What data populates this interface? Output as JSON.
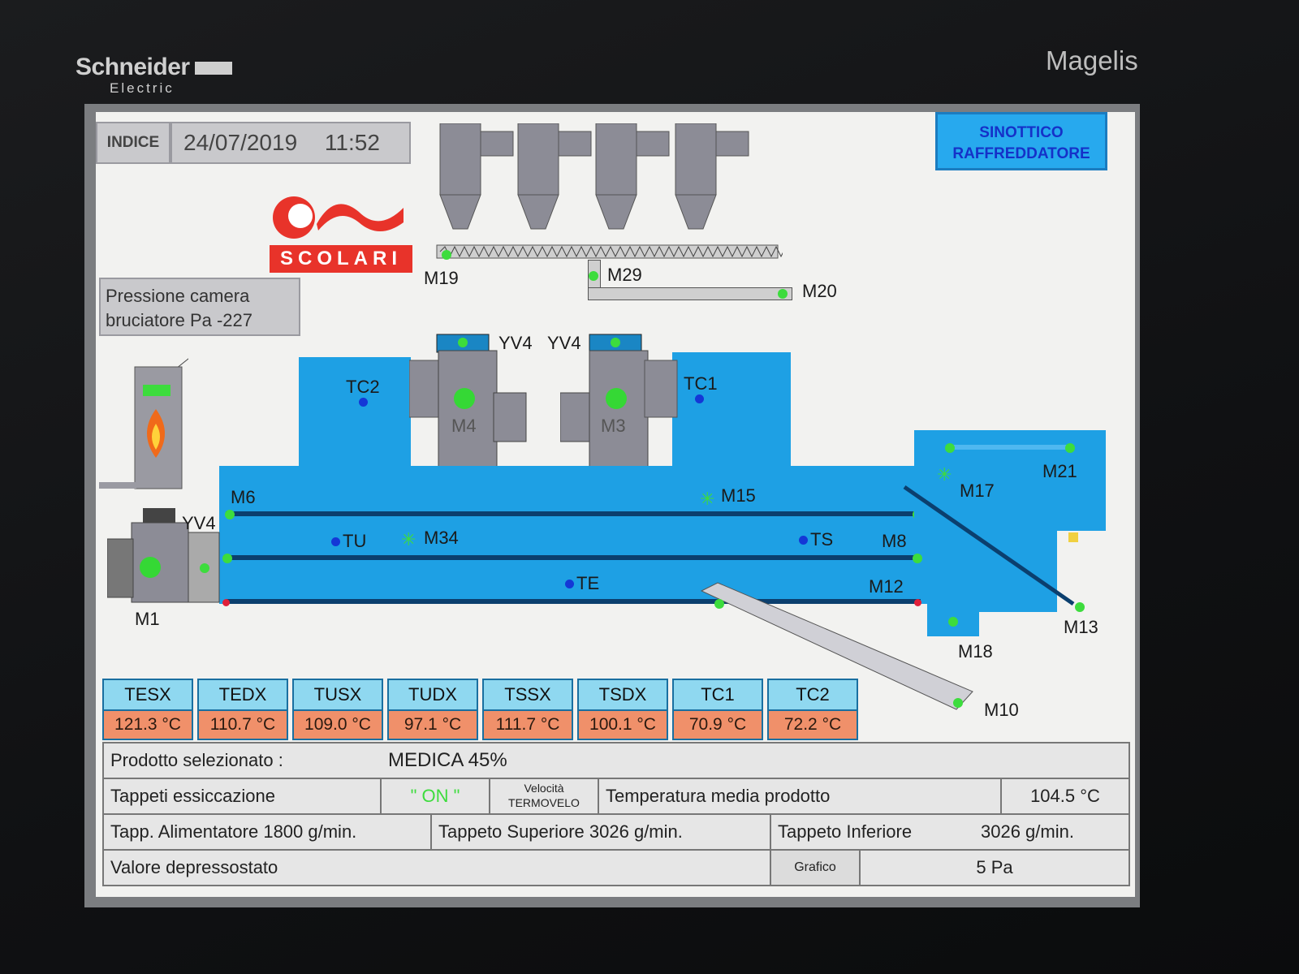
{
  "device": {
    "brand": "Schneider",
    "brand_sub": "Electric",
    "model": "Magelis"
  },
  "header": {
    "index_button": "INDICE",
    "date": "24/07/2019",
    "time": "11:52",
    "page_title_line1": "SINOTTICO",
    "page_title_line2": "RAFFREDDATORE"
  },
  "logo": {
    "text": "SCOLARI"
  },
  "pressure": {
    "line1": "Pressione camera",
    "line2": "bruciatore Pa",
    "value": "-227"
  },
  "motors": {
    "M1": "M1",
    "M3": "M3",
    "M4": "M4",
    "M6": "M6",
    "M8": "M8",
    "M10": "M10",
    "M12": "M12",
    "M13": "M13",
    "M15": "M15",
    "M17": "M17",
    "M18": "M18",
    "M19": "M19",
    "M20": "M20",
    "M21": "M21",
    "M29": "M29",
    "M34": "M34"
  },
  "valves": {
    "yv4_a": "YV4",
    "yv4_b": "YV4",
    "yv4_c": "YV4"
  },
  "sensors": {
    "TC1": "TC1",
    "TC2": "TC2",
    "TU": "TU",
    "TS": "TS",
    "TE": "TE"
  },
  "temps": [
    {
      "name": "TESX",
      "value": "121.3 °C"
    },
    {
      "name": "TEDX",
      "value": "110.7 °C"
    },
    {
      "name": "TUSX",
      "value": "109.0 °C"
    },
    {
      "name": "TUDX",
      "value": "97.1 °C"
    },
    {
      "name": "TSSX",
      "value": "111.7 °C"
    },
    {
      "name": "TSDX",
      "value": "100.1 °C"
    },
    {
      "name": "TC1",
      "value": "70.9 °C"
    },
    {
      "name": "TC2",
      "value": "72.2 °C"
    }
  ],
  "info": {
    "product_label": "Prodotto selezionato :",
    "product_value": "MEDICA 45%",
    "dryer_label": "Tappeti essiccazione",
    "dryer_state": "\" ON \"",
    "speed_line1": "Velocità",
    "speed_line2": "TERMOVELO",
    "avg_temp_label": "Temperatura media prodotto",
    "avg_temp_value": "104.5 °C",
    "feeder": "Tapp. Alimentatore 1800 g/min.",
    "upper_belt": "Tappeto Superiore 3026 g/min.",
    "lower_belt_label": "Tappeto Inferiore",
    "lower_belt_value": "3026 g/min.",
    "depress_label": "Valore depressostato",
    "chart_button": "Grafico",
    "depress_value": "5 Pa"
  },
  "colors": {
    "machine_blue": "#1ea0e4",
    "status_on": "#3ddc3d",
    "sensor": "#1437d6",
    "temp_value_bg": "#f0906a",
    "temp_header_bg": "#8fd8f0"
  }
}
